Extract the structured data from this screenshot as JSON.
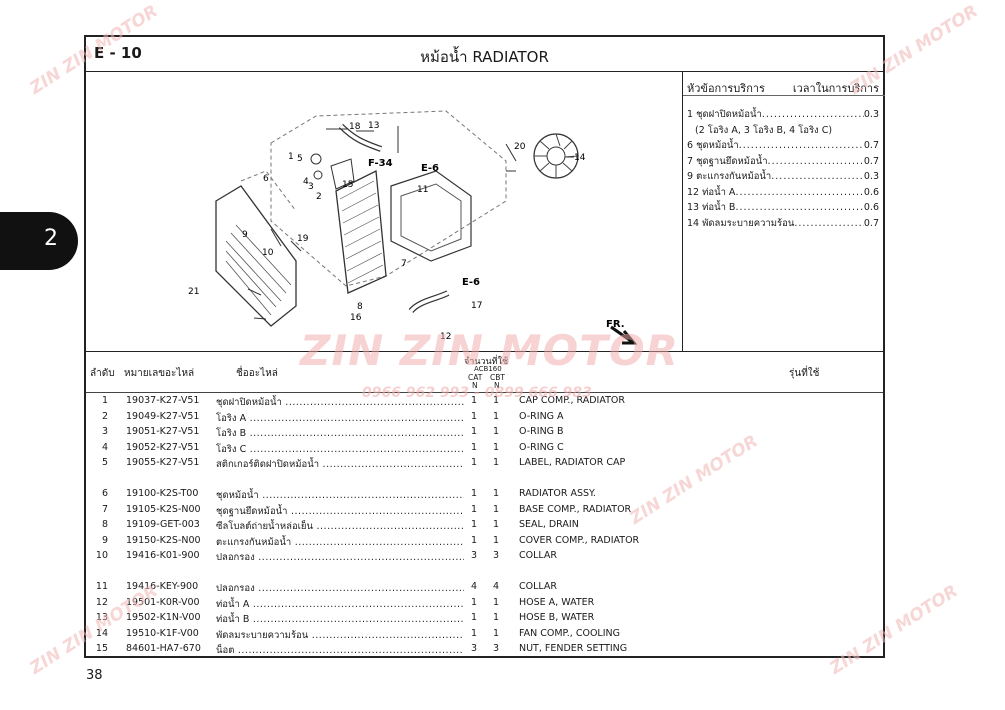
{
  "page": {
    "section_code": "E - 10",
    "title": "หม้อน้ำ  RADIATOR",
    "side_tab": "2",
    "page_number": "38"
  },
  "diagram": {
    "callouts": [
      "1",
      "2",
      "3",
      "4",
      "5",
      "6",
      "7",
      "8",
      "9",
      "10",
      "11",
      "12",
      "13",
      "14",
      "15",
      "16",
      "17",
      "18",
      "19",
      "20",
      "21"
    ],
    "refs": [
      "F-34",
      "E-6",
      "E-6"
    ],
    "direction": "FR."
  },
  "service": {
    "header_left": "หัวข้อการบริการ",
    "header_right": "เวลาในการบริการ",
    "items": [
      {
        "label": "1 ชุดฝาปิดหม้อน้ำ",
        "value": "0.3"
      },
      {
        "label": "(2 โอริง A, 3 โอริง B, 4 โอริง C)",
        "value": ""
      },
      {
        "label": "6 ชุดหม้อน้ำ",
        "value": "0.7"
      },
      {
        "label": "7 ชุดฐานยึดหม้อน้ำ",
        "value": "0.7"
      },
      {
        "label": "9 ตะแกรงกันหม้อน้ำ",
        "value": "0.3"
      },
      {
        "label": "12 ท่อน้ำ A",
        "value": "0.6"
      },
      {
        "label": "13 ท่อน้ำ B",
        "value": "0.6"
      },
      {
        "label": "14 พัดลมระบายความร้อน",
        "value": "0.7"
      }
    ]
  },
  "table": {
    "headers": {
      "no": "ลำดับ",
      "part_no": "หมายเลขอะไหล่",
      "name_th": "ชื่ออะไหล่",
      "qty": "จำนวนที่ใช้",
      "model_code": "ACB160",
      "cat": "CAT",
      "cbt": "CBT",
      "n1": "N",
      "n2": "N",
      "model": "รุ่นที่ใช้"
    },
    "rows": [
      {
        "no": "1",
        "pn": "19037-K27-V51",
        "th": "ชุดฝาปิดหม้อน้ำ",
        "cat": "1",
        "cbt": "1",
        "en": "CAP COMP., RADIATOR"
      },
      {
        "no": "2",
        "pn": "19049-K27-V51",
        "th": "โอริง A",
        "cat": "1",
        "cbt": "1",
        "en": "O-RING A"
      },
      {
        "no": "3",
        "pn": "19051-K27-V51",
        "th": "โอริง B",
        "cat": "1",
        "cbt": "1",
        "en": "O-RING B"
      },
      {
        "no": "4",
        "pn": "19052-K27-V51",
        "th": "โอริง C",
        "cat": "1",
        "cbt": "1",
        "en": "O-RING C"
      },
      {
        "no": "5",
        "pn": "19055-K27-V51",
        "th": "สติกเกอร์ติดฝาปิดหม้อน้ำ",
        "cat": "1",
        "cbt": "1",
        "en": "LABEL, RADIATOR CAP"
      },
      {
        "no": "6",
        "pn": "19100-K2S-T00",
        "th": "ชุดหม้อน้ำ",
        "cat": "1",
        "cbt": "1",
        "en": "RADIATOR ASSY."
      },
      {
        "no": "7",
        "pn": "19105-K2S-N00",
        "th": "ชุดฐานยึดหม้อน้ำ",
        "cat": "1",
        "cbt": "1",
        "en": "BASE COMP., RADIATOR"
      },
      {
        "no": "8",
        "pn": "19109-GET-003",
        "th": "ซีลโบลต์ถ่ายน้ำหล่อเย็น",
        "cat": "1",
        "cbt": "1",
        "en": "SEAL, DRAIN"
      },
      {
        "no": "9",
        "pn": "19150-K2S-N00",
        "th": "ตะแกรงกันหม้อน้ำ",
        "cat": "1",
        "cbt": "1",
        "en": "COVER COMP., RADIATOR"
      },
      {
        "no": "10",
        "pn": "19416-K01-900",
        "th": "ปลอกรอง",
        "cat": "3",
        "cbt": "3",
        "en": "COLLAR"
      },
      {
        "no": "11",
        "pn": "19416-KEY-900",
        "th": "ปลอกรอง",
        "cat": "4",
        "cbt": "4",
        "en": "COLLAR"
      },
      {
        "no": "12",
        "pn": "19501-K0R-V00",
        "th": "ท่อน้ำ A",
        "cat": "1",
        "cbt": "1",
        "en": "HOSE A, WATER"
      },
      {
        "no": "13",
        "pn": "19502-K1N-V00",
        "th": "ท่อน้ำ B",
        "cat": "1",
        "cbt": "1",
        "en": "HOSE B, WATER"
      },
      {
        "no": "14",
        "pn": "19510-K1F-V00",
        "th": "พัดลมระบายความร้อน",
        "cat": "1",
        "cbt": "1",
        "en": "FAN COMP., COOLING"
      },
      {
        "no": "15",
        "pn": "84601-HA7-670",
        "th": "น็อต",
        "cat": "3",
        "cbt": "3",
        "en": "NUT, FENDER SETTING"
      }
    ]
  },
  "watermark": {
    "brand": "ZIN ZIN MOTOR",
    "phone": "0966 962 993 - 0899 666 983"
  }
}
